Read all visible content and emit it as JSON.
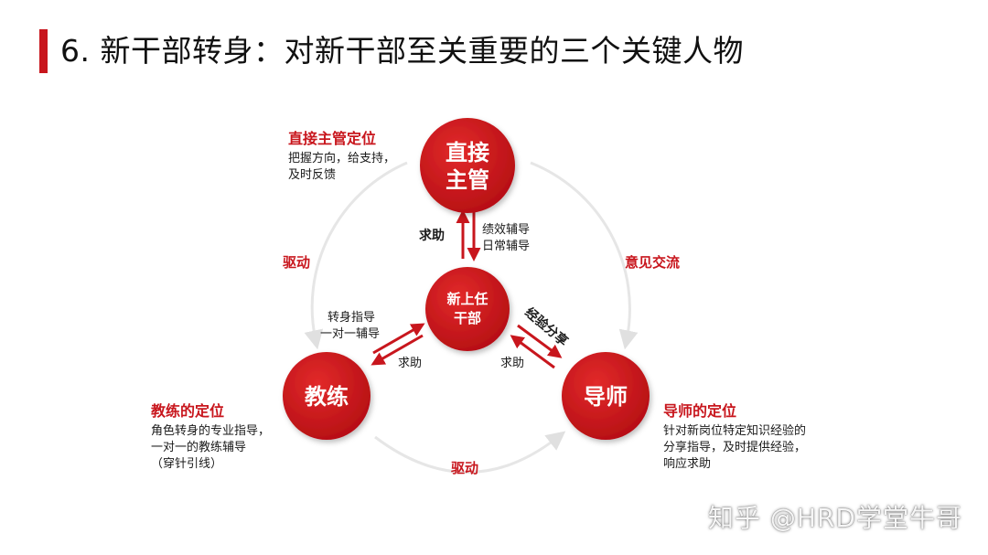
{
  "title": "6. 新干部转身：对新干部至关重要的三个关键人物",
  "nodes": {
    "supervisor": {
      "line1": "直接",
      "line2": "主管"
    },
    "center": {
      "line1": "新上任",
      "line2": "干部"
    },
    "coach": {
      "label": "教练"
    },
    "mentor": {
      "label": "导师"
    }
  },
  "supervisor_block": {
    "heading": "直接主管定位",
    "line1": "把握方向，给支持，",
    "line2": "及时反馈"
  },
  "coach_block": {
    "heading": "教练的定位",
    "line1": "角色转身的专业指导，",
    "line2": "一对一的教练辅导",
    "line3": "（穿针引线）"
  },
  "mentor_block": {
    "heading": "导师的定位",
    "line1": "针对新岗位特定知识经验的",
    "line2": "分享指导，及时提供经验，",
    "line3": "响应求助"
  },
  "arrows": {
    "top_left": "求助",
    "top_right_1": "绩效辅导",
    "top_right_2": "日常辅导",
    "left_upper_1": "转身指导",
    "left_upper_2": "一对一辅导",
    "left_lower": "求助",
    "right_upper": "经验分享",
    "right_lower": "求助"
  },
  "cycle": {
    "left": "驱动",
    "right": "意见交流",
    "bottom": "驱动"
  },
  "watermark": "知乎 @HRD学堂牛哥",
  "colors": {
    "accent": "#c8161d",
    "node": "#cc1418",
    "ring": "#e6e6e6"
  }
}
